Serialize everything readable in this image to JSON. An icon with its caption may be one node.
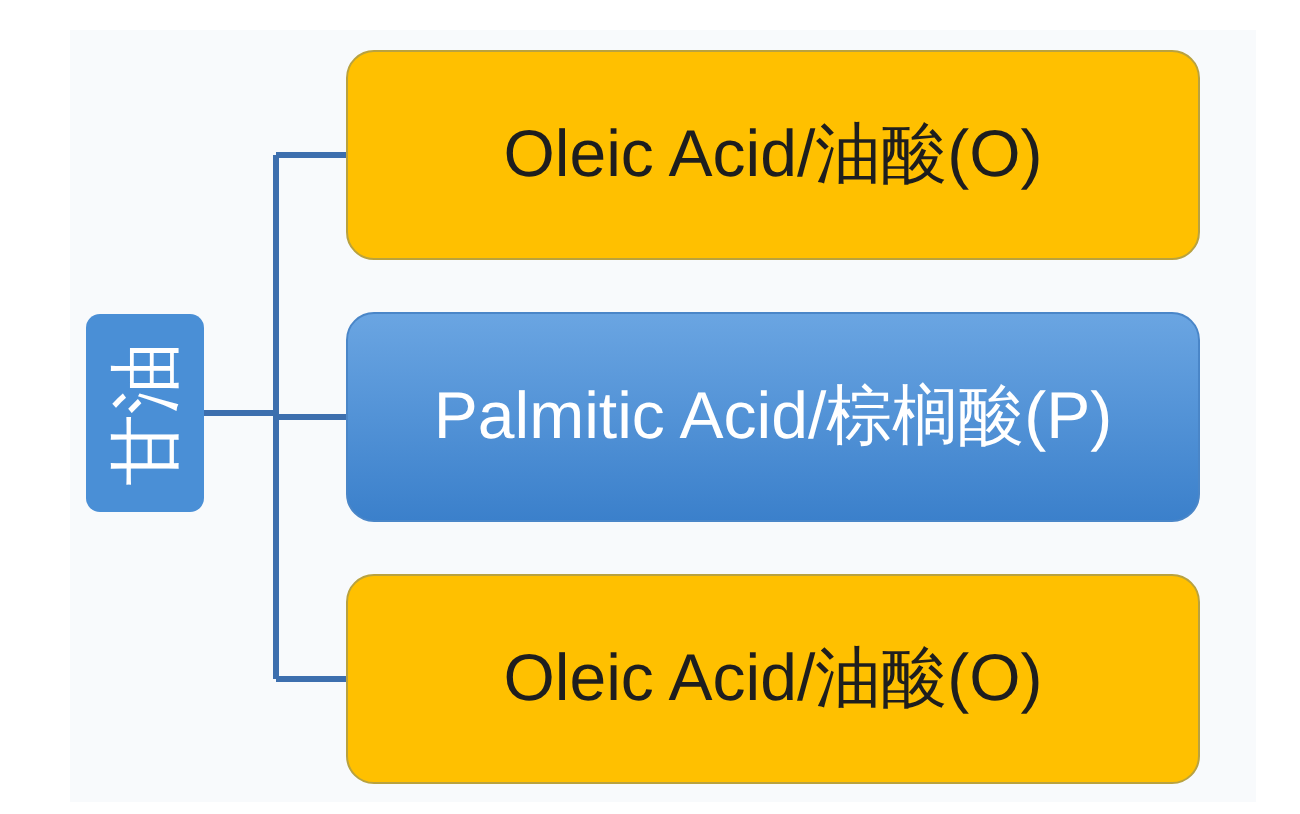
{
  "diagram": {
    "nodes": [
      {
        "text": [
          "甘油"
        ]
      },
      {
        "text": [
          "Oleic Acid/油酸(O)"
        ]
      },
      {
        "text": [
          "Palmitic Acid/棕榈酸(P)"
        ]
      },
      {
        "text": [
          "Oleic Acid/油酸(O)"
        ]
      }
    ],
    "edges": [
      {
        "from": 0,
        "to": 1,
        "arrow": "none"
      },
      {
        "from": 0,
        "to": 2,
        "arrow": "none"
      },
      {
        "from": 0,
        "to": 3,
        "arrow": "none"
      }
    ]
  }
}
